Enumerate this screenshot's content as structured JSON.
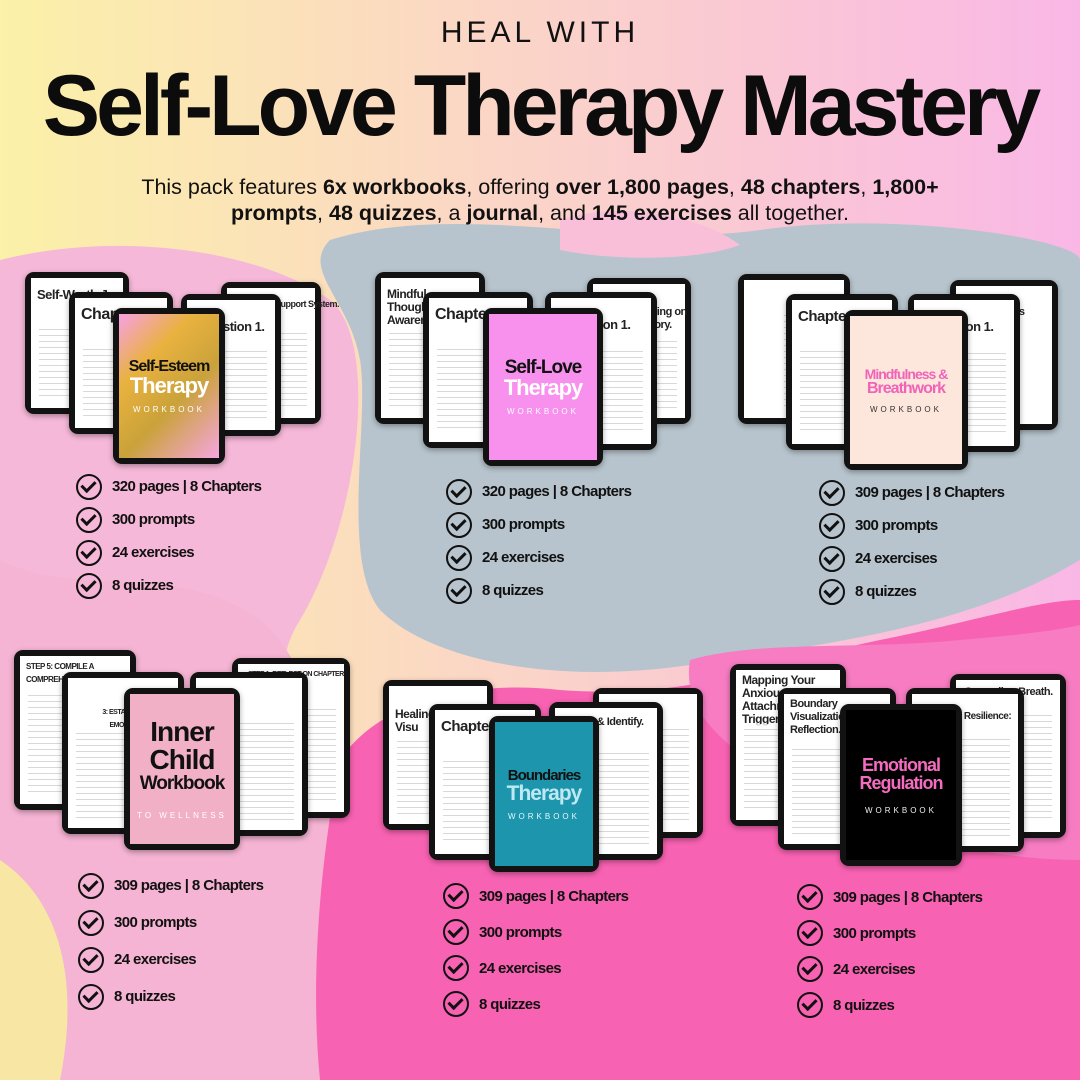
{
  "header": {
    "pretitle": "HEAL WITH",
    "title": "Self-Love Therapy Mastery"
  },
  "subtitle": {
    "t1": "This pack features ",
    "b1": "6x workbooks",
    "t2": ", offering ",
    "b2": "over 1,800 pages",
    "t3": ", ",
    "b3": "48 chapters",
    "t4": ", ",
    "b4": "1,800+",
    "b5": "prompts",
    "t5": ", ",
    "b6": "48 quizzes",
    "t6": ", a ",
    "b7": "journal",
    "t7": ", and ",
    "b8": "145 exercises",
    "t8": " all together."
  },
  "colors": {
    "yellow": "#f9eda6",
    "pink_light": "#f4b6d8",
    "grey_blue": "#b7c4cd",
    "hot_pink": "#fa5fb1",
    "magenta_text": "#f063b8"
  },
  "products": [
    {
      "pages": [
        "Self-Worth Jo",
        "Chapter 2.",
        "Mind Map: Support System.",
        "stion 1."
      ],
      "cover": {
        "line1": "Self-Esteem",
        "line2": "Therapy",
        "tag": "WORKBOOK"
      },
      "features": [
        "320 pages | 8 Chapters",
        "300 prompts",
        "24 exercises",
        "8 quizzes"
      ]
    },
    {
      "pages": [
        "Mindful Though Awaren",
        "Chapter",
        "stion 1.",
        "ealing on istory."
      ],
      "cover": {
        "line1": "Self-Love",
        "line2": "Therapy",
        "tag": "WORKBOOK"
      },
      "features": [
        "320 pages | 8 Chapters",
        "300 prompts",
        "24 exercises",
        "8 quizzes"
      ]
    },
    {
      "pages": [
        "",
        "Chapter",
        "stion 1.",
        "Types"
      ],
      "cover": {
        "line1": "Mindfulness &",
        "line2": "Breathwork",
        "tag": "WORKBOOK"
      },
      "features": [
        "309 pages | 8 Chapters",
        "300 prompts",
        "24 exercises",
        "8 quizzes"
      ]
    },
    {
      "pages": [
        "STEP 5: COMPILE A COMPREHENSIVE LIST",
        "3: ESTABLISHING A S EMOTIONAL DIS",
        "STEP 1: REFLECT ON CHAPTER 3 INSIGHTS",
        ""
      ],
      "cover": {
        "line1": "Inner Child",
        "line2": "Workbook",
        "tag": "TO WELLNESS"
      },
      "features": [
        "309 pages | 8 Chapters",
        "300 prompts",
        "24 exercises",
        "8 quizzes"
      ]
    },
    {
      "pages": [
        "Healing Visu",
        "Chapter",
        "Reflect & Identify.",
        ""
      ],
      "cover": {
        "line1": "Boundaries",
        "line2": "Therapy",
        "tag": "WORKBOOK"
      },
      "features": [
        "309 pages | 8 Chapters",
        "300 prompts",
        "24 exercises",
        "8 quizzes"
      ]
    },
    {
      "pages": [
        "Mapping Your Anxious Attachm Trigger",
        "Boundary Visualization Reflection.",
        "Grounding Breath.",
        "g Resilience:"
      ],
      "cover": {
        "line1": "Emotional",
        "line2": "Regulation",
        "tag": "WORKBOOK"
      },
      "features": [
        "309 pages | 8 Chapters",
        "300 prompts",
        "24 exercises",
        "8 quizzes"
      ]
    }
  ]
}
